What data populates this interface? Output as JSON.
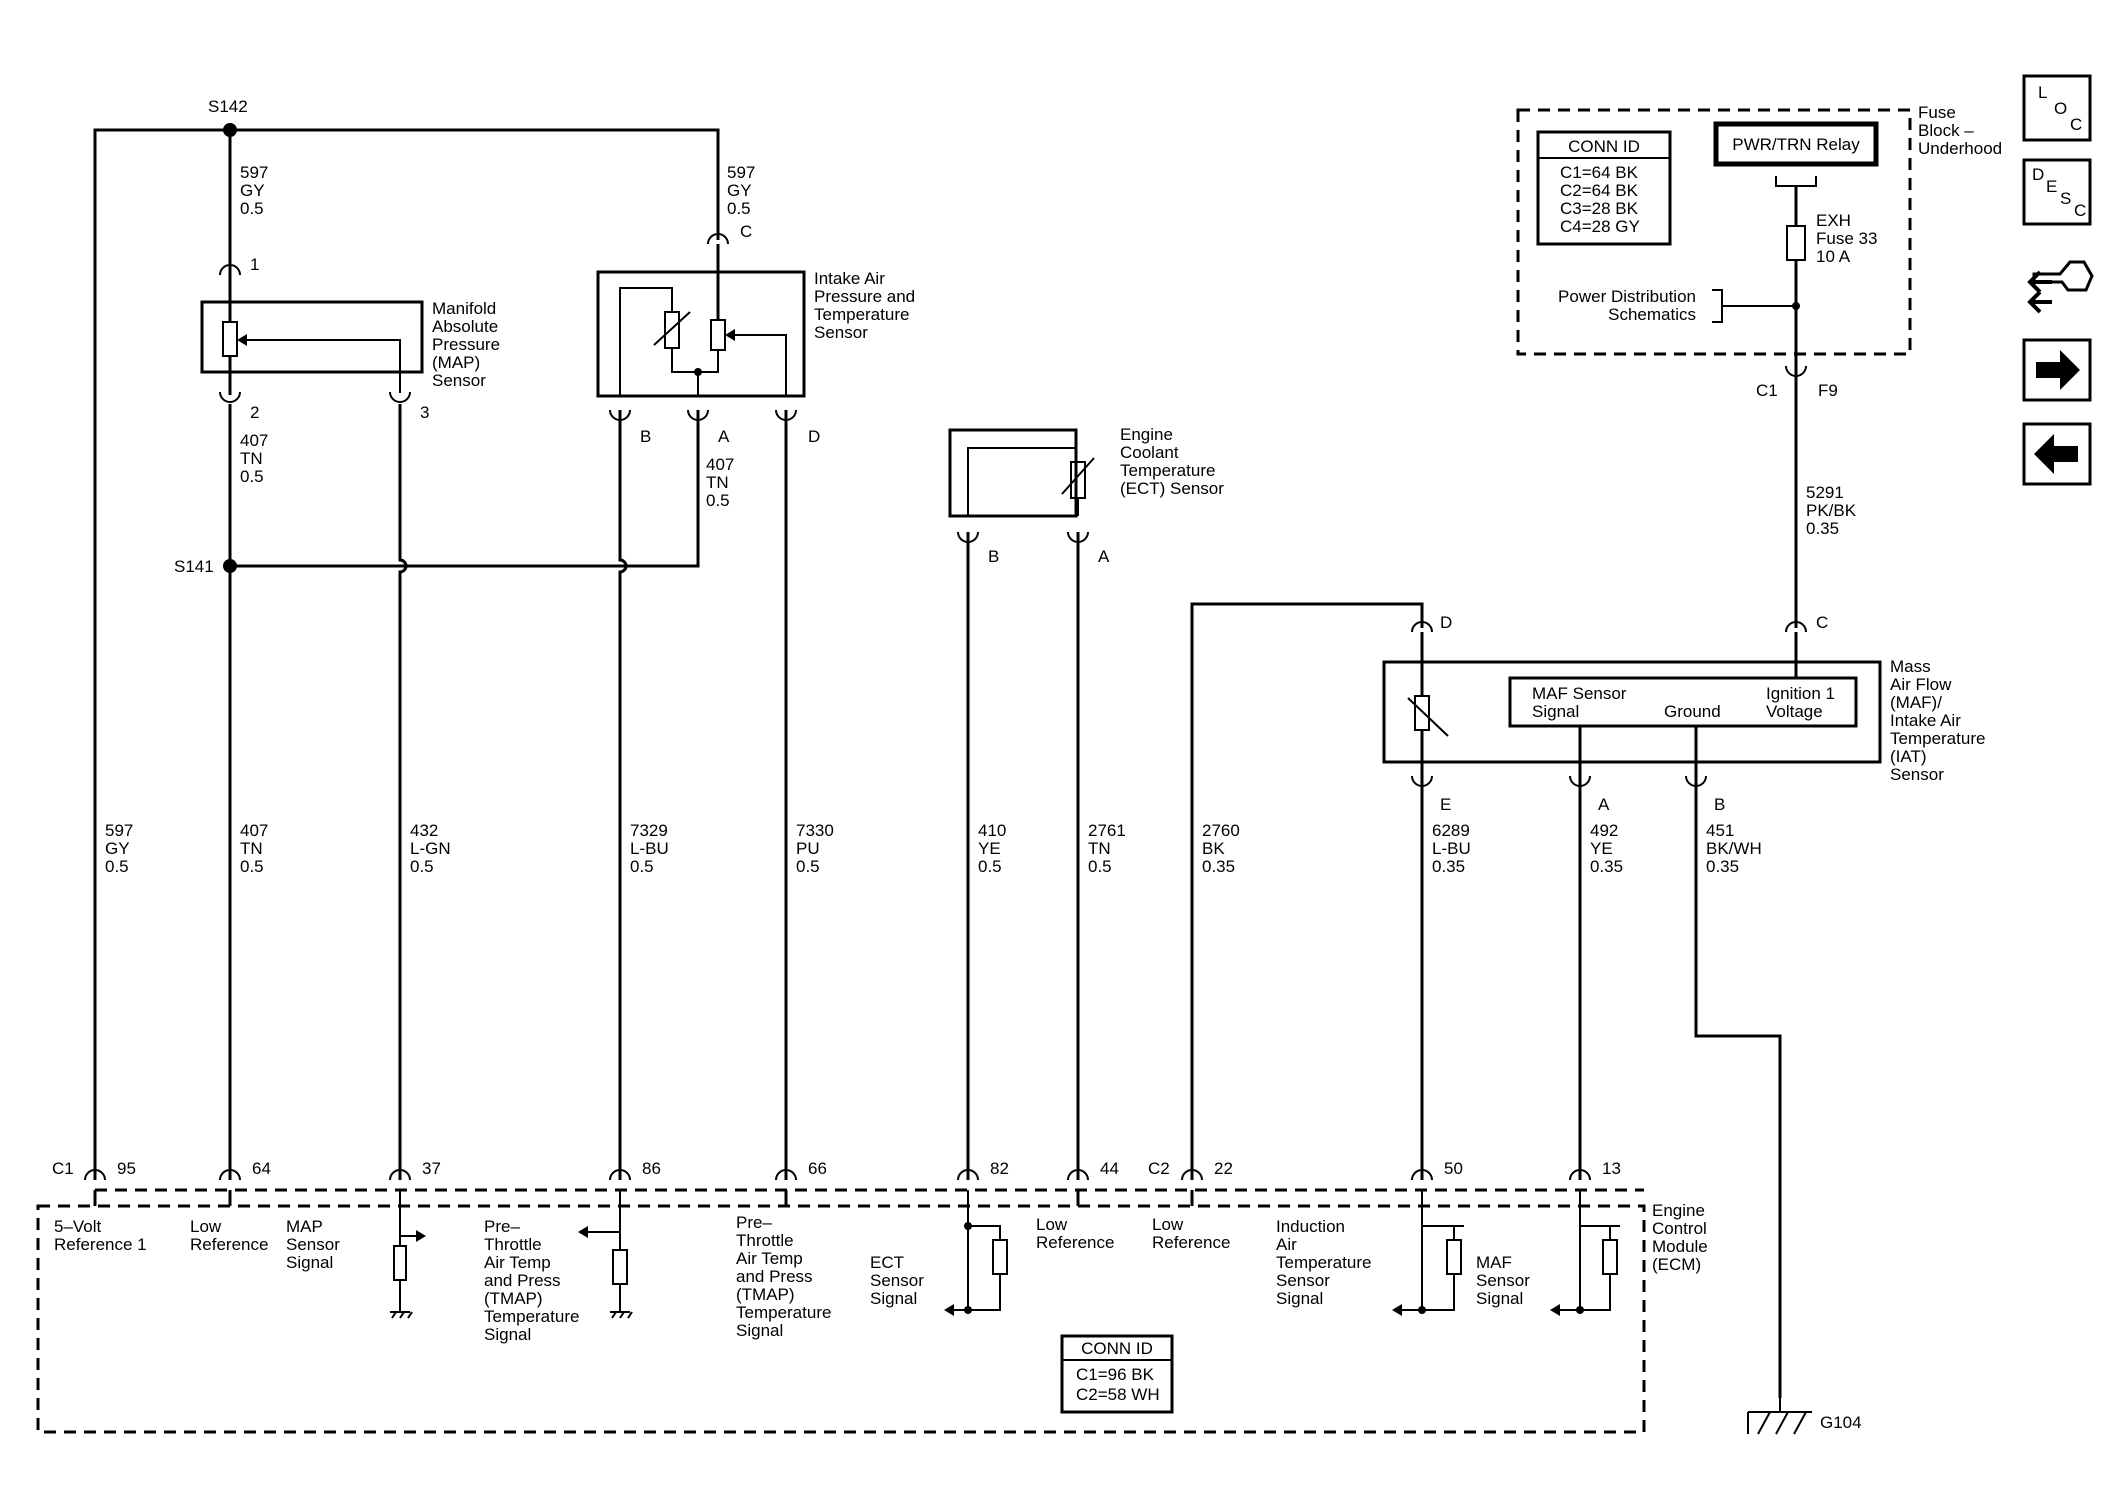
{
  "splices": {
    "s142": "S142",
    "s141": "S141"
  },
  "wire_top_597_left": {
    "num": "597",
    "color": "GY",
    "size": "0.5"
  },
  "wire_top_597_right": {
    "num": "597",
    "color": "GY",
    "size": "0.5"
  },
  "wire_407_map": {
    "num": "407",
    "color": "TN",
    "size": "0.5"
  },
  "wire_407_tmap": {
    "num": "407",
    "color": "TN",
    "size": "0.5"
  },
  "map_sensor": {
    "label": [
      "Manifold",
      "Absolute",
      "Pressure",
      "(MAP)",
      "Sensor"
    ],
    "pin1": "1",
    "pin2": "2",
    "pin3": "3"
  },
  "tmap_sensor": {
    "label": [
      "Intake Air",
      "Pressure and",
      "Temperature",
      "Sensor"
    ],
    "pinC": "C",
    "pinB": "B",
    "pinA": "A",
    "pinD": "D"
  },
  "ect_sensor": {
    "label": [
      "Engine",
      "Coolant",
      "Temperature",
      "(ECT) Sensor"
    ],
    "pinB": "B",
    "pinA": "A"
  },
  "fuse_block": {
    "label": [
      "Fuse",
      "Block –",
      "Underhood"
    ],
    "conn_title": "CONN ID",
    "conn_rows": [
      "C1=64 BK",
      "C2=64 BK",
      "C3=28 BK",
      "C4=28 GY"
    ],
    "relay": "PWR/TRN Relay",
    "fuse": [
      "EXH",
      "Fuse 33",
      "10 A"
    ],
    "power_dist": [
      "Power Distribution",
      "Schematics"
    ],
    "c1": "C1",
    "f9": "F9"
  },
  "wire_5291": {
    "num": "5291",
    "color": "PK/BK",
    "size": "0.35"
  },
  "maf_sensor": {
    "label": [
      "Mass",
      "Air Flow",
      "(MAF)/",
      "Intake Air",
      "Temperature",
      "(IAT)",
      "Sensor"
    ],
    "inner_signal": [
      "MAF Sensor",
      "Signal"
    ],
    "inner_ground": "Ground",
    "inner_ign": [
      "Ignition 1",
      "Voltage"
    ],
    "pinD": "D",
    "pinC": "C",
    "pinE": "E",
    "pinA": "A",
    "pinB": "B"
  },
  "long_wires": [
    {
      "num": "597",
      "color": "GY",
      "size": "0.5"
    },
    {
      "num": "407",
      "color": "TN",
      "size": "0.5"
    },
    {
      "num": "432",
      "color": "L-GN",
      "size": "0.5"
    },
    {
      "num": "7329",
      "color": "L-BU",
      "size": "0.5"
    },
    {
      "num": "7330",
      "color": "PU",
      "size": "0.5"
    },
    {
      "num": "410",
      "color": "YE",
      "size": "0.5"
    },
    {
      "num": "2761",
      "color": "TN",
      "size": "0.5"
    },
    {
      "num": "2760",
      "color": "BK",
      "size": "0.35"
    },
    {
      "num": "6289",
      "color": "L-BU",
      "size": "0.35"
    },
    {
      "num": "492",
      "color": "YE",
      "size": "0.35"
    },
    {
      "num": "451",
      "color": "BK/WH",
      "size": "0.35"
    }
  ],
  "ecm": {
    "label": [
      "Engine",
      "Control",
      "Module",
      "(ECM)"
    ],
    "c1": "C1",
    "c2": "C2",
    "pins": [
      "95",
      "64",
      "37",
      "86",
      "66",
      "82",
      "44",
      "22",
      "50",
      "13"
    ],
    "sig_5v": [
      "5–Volt",
      "Reference 1"
    ],
    "sig_lowref1": [
      "Low",
      "Reference"
    ],
    "sig_map": [
      "MAP",
      "Sensor",
      "Signal"
    ],
    "sig_pre1": [
      "Pre–",
      "Throttle",
      "Air Temp",
      "and Press",
      "(TMAP)",
      "Temperature",
      "Signal"
    ],
    "sig_pre2": [
      "Pre–",
      "Throttle",
      "Air Temp",
      "and Press",
      "(TMAP)",
      "Temperature",
      "Signal"
    ],
    "sig_ect": [
      "ECT",
      "Sensor",
      "Signal"
    ],
    "sig_lowref2": [
      "Low",
      "Reference"
    ],
    "sig_lowref3": [
      "Low",
      "Reference"
    ],
    "sig_iat": [
      "Induction",
      "Air",
      "Temperature",
      "Sensor",
      "Signal"
    ],
    "sig_maf": [
      "MAF",
      "Sensor",
      "Signal"
    ],
    "conn_title": "CONN ID",
    "conn_rows": [
      "C1=96 BK",
      "C2=58 WH"
    ]
  },
  "ground": "G104",
  "nav": {
    "loc": [
      "L",
      "O",
      "C"
    ],
    "desc": [
      "D",
      "E",
      "S",
      "C"
    ],
    "icons": [
      "connector-icon",
      "arrow-right-icon",
      "arrow-left-icon"
    ]
  }
}
